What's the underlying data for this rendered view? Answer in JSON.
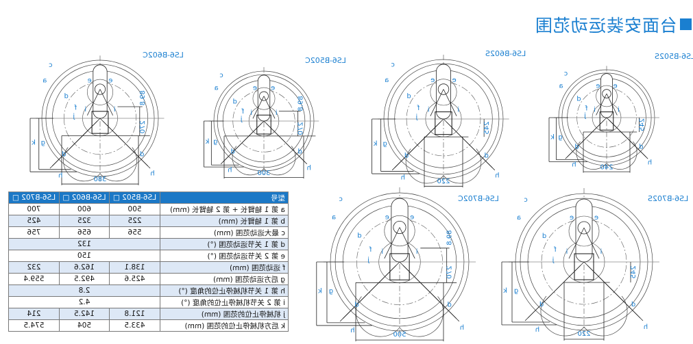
{
  "title": "台面安装运动范围",
  "title_marker_icon": "square-icon",
  "accent_color": "#1a7fd0",
  "diagrams": [
    {
      "model": "LS6-B602C",
      "width_label": "380",
      "height_labels": [
        "270",
        "89.8"
      ]
    },
    {
      "model": "LS6-B502C",
      "width_label": "300",
      "height_labels": [
        "270",
        "89.8"
      ]
    },
    {
      "model": "LS6-B602S",
      "width_label": "220",
      "height_labels": [
        "245"
      ]
    },
    {
      "model": "LS6-B502S",
      "width_label": "240",
      "height_labels": [
        "245"
      ]
    },
    {
      "model": "LS6-B702C",
      "width_label": "500",
      "height_labels": [
        "270",
        "89.8"
      ]
    },
    {
      "model": "LS6-B702S",
      "width_label": "220",
      "height_labels": [
        "245"
      ]
    }
  ],
  "letters": {
    "a": "a",
    "b": "b",
    "c": "c",
    "d": "d",
    "e": "e",
    "f": "f",
    "g": "g",
    "h": "h",
    "i": "i",
    "j": "j",
    "k": "k"
  },
  "table": {
    "header": {
      "label": "型号",
      "models": [
        "LS6-B502 □",
        "LS6-B602 □",
        "LS6-B702 □"
      ]
    },
    "rows": [
      {
        "key": "a",
        "label": "第 1 轴臂长 + 第 2 轴臂长 (mm)",
        "values": [
          "500",
          "600",
          "700"
        ]
      },
      {
        "key": "b",
        "label": "第 1 轴臂长 (mm)",
        "values": [
          "225",
          "325",
          "425"
        ]
      },
      {
        "key": "c",
        "label": "最大运动范围 (mm)",
        "values": [
          "556",
          "656",
          "756"
        ]
      },
      {
        "key": "d",
        "label": "第 1 关节运动范围 (°)",
        "values": [
          "132"
        ]
      },
      {
        "key": "e",
        "label": "第 2 关节运动范围 (°)",
        "values": [
          "150"
        ]
      },
      {
        "key": "f",
        "label": "运动范围 (mm)",
        "values": [
          "138.1",
          "162.6",
          "232"
        ]
      },
      {
        "key": "g",
        "label": "后方运动范围 (mm)",
        "values": [
          "425.6",
          "492.5",
          "559.4"
        ]
      },
      {
        "key": "h",
        "label": "第 1 关节机械停止位的角度 (°)",
        "values": [
          "2.8"
        ]
      },
      {
        "key": "i",
        "label": "第 2 关节机械停止位的角度 (°)",
        "values": [
          "4.2"
        ]
      },
      {
        "key": "j",
        "label": "机械停止位的范围 (mm)",
        "values": [
          "121.8",
          "142.5",
          "214"
        ]
      },
      {
        "key": "k",
        "label": "后方机械停止位的范围 (mm)",
        "values": [
          "433.5",
          "504",
          "574.5"
        ]
      }
    ]
  }
}
